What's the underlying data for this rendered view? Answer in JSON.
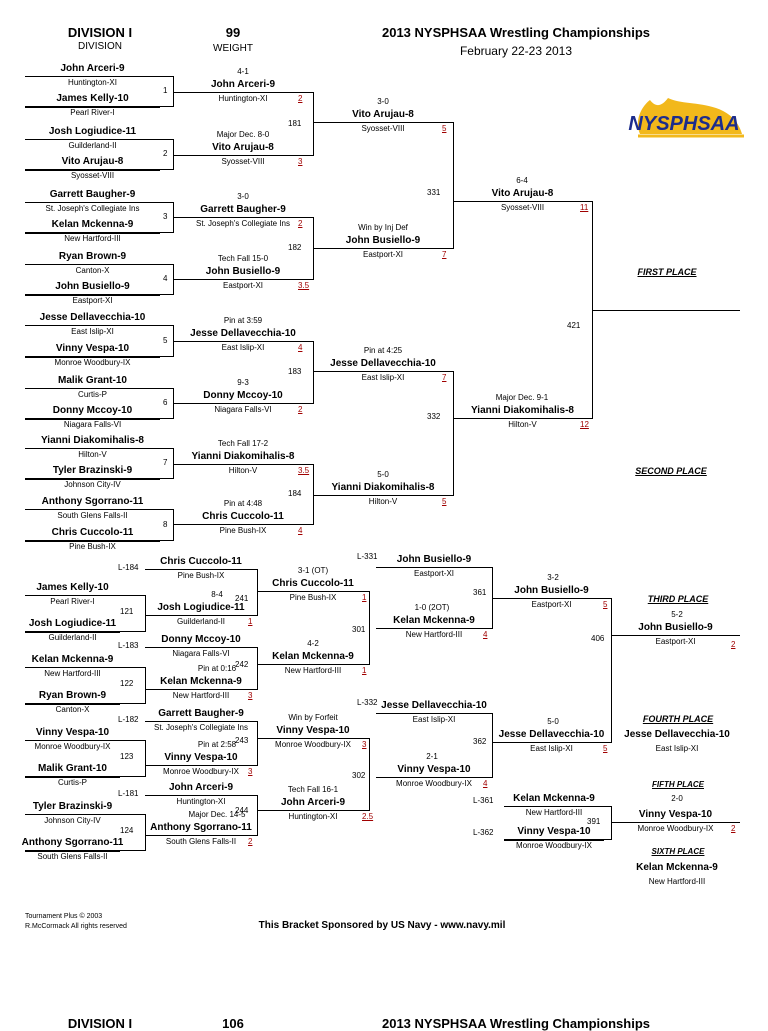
{
  "header": {
    "division": "DIVISION I",
    "division_label": "DIVISION",
    "weight": "99",
    "weight_label": "WEIGHT",
    "title": "2013 NYSPHSAA Wrestling Championships",
    "dates": "February 22-23 2013",
    "logo_text": "NYSPHSAA"
  },
  "footer": {
    "copyright": "Tournament Plus © 2003",
    "rights": "R.McCormack  All rights reserved",
    "sponsor": "This Bracket Sponsored by US Navy - www.navy.mil"
  },
  "next_page_header": {
    "division": "DIVISION I",
    "weight": "106",
    "title": "2013 NYSPHSAA Wrestling Championships"
  },
  "places": {
    "first": "FIRST PLACE",
    "second": "SECOND PLACE",
    "third": "THIRD PLACE",
    "fourth": "FOURTH PLACE",
    "fifth": "FIFTH PLACE",
    "sixth": "SIXTH PLACE"
  },
  "championship": {
    "r1": [
      {
        "top": "John Arceri-9",
        "top_team": "Huntington-XI",
        "bot": "James Kelly-10",
        "bot_team": "Pearl River-I",
        "bout": "1"
      },
      {
        "top": "Josh Logiudice-11",
        "top_team": "Guilderland-II",
        "bot": "Vito Arujau-8",
        "bot_team": "Syosset-VIII",
        "bout": "2"
      },
      {
        "top": "Garrett Baugher-9",
        "top_team": "St. Joseph's Collegiate Ins",
        "bot": "Kelan Mckenna-9",
        "bot_team": "New Hartford-III",
        "bout": "3"
      },
      {
        "top": "Ryan Brown-9",
        "top_team": "Canton-X",
        "bot": "John Busiello-9",
        "bot_team": "Eastport-XI",
        "bout": "4"
      },
      {
        "top": "Jesse Dellavecchia-10",
        "top_team": "East Islip-XI",
        "bot": "Vinny Vespa-10",
        "bot_team": "Monroe Woodbury-IX",
        "bout": "5"
      },
      {
        "top": "Malik Grant-10",
        "top_team": "Curtis-P",
        "bot": "Donny Mccoy-10",
        "bot_team": "Niagara Falls-VI",
        "bout": "6"
      },
      {
        "top": "Yianni Diakomihalis-8",
        "top_team": "Hilton-V",
        "bot": "Tyler Brazinski-9",
        "bot_team": "Johnson City-IV",
        "bout": "7"
      },
      {
        "top": "Anthony Sgorrano-11",
        "top_team": "South Glens Falls-II",
        "bot": "Chris Cuccolo-11",
        "bot_team": "Pine Bush-IX",
        "bout": "8"
      }
    ],
    "qf": [
      {
        "result": "4-1",
        "name": "John Arceri-9",
        "team": "Huntington-XI",
        "pts": "2",
        "bout": "181"
      },
      {
        "result": "Major Dec. 8-0",
        "name": "Vito Arujau-8",
        "team": "Syosset-VIII",
        "pts": "3"
      },
      {
        "result": "3-0",
        "name": "Garrett Baugher-9",
        "team": "St. Joseph's Collegiate Ins",
        "pts": "2",
        "bout": "182"
      },
      {
        "result": "Tech Fall 15-0",
        "name": "John Busiello-9",
        "team": "Eastport-XI",
        "pts": "3.5"
      },
      {
        "result": "Pin at 3:59",
        "name": "Jesse Dellavecchia-10",
        "team": "East Islip-XI",
        "pts": "4",
        "bout": "183"
      },
      {
        "result": "9-3",
        "name": "Donny Mccoy-10",
        "team": "Niagara Falls-VI",
        "pts": "2"
      },
      {
        "result": "Tech Fall 17-2",
        "name": "Yianni Diakomihalis-8",
        "team": "Hilton-V",
        "pts": "3.5",
        "bout": "184"
      },
      {
        "result": "Pin at 4:48",
        "name": "Chris Cuccolo-11",
        "team": "Pine Bush-IX",
        "pts": "4"
      }
    ],
    "sf": [
      {
        "result": "3-0",
        "name": "Vito Arujau-8",
        "team": "Syosset-VIII",
        "pts": "5",
        "bout": "331"
      },
      {
        "result": "Win by Inj Def",
        "name": "John Busiello-9",
        "team": "Eastport-XI",
        "pts": "7"
      },
      {
        "result": "Pin at 4:25",
        "name": "Jesse Dellavecchia-10",
        "team": "East Islip-XI",
        "pts": "7",
        "bout": "332"
      },
      {
        "result": "5-0",
        "name": "Yianni Diakomihalis-8",
        "team": "Hilton-V",
        "pts": "5"
      }
    ],
    "finals": [
      {
        "result": "6-4",
        "name": "Vito Arujau-8",
        "team": "Syosset-VIII",
        "pts": "11",
        "bout": "421"
      },
      {
        "result": "Major Dec. 9-1",
        "name": "Yianni Diakomihalis-8",
        "team": "Hilton-V",
        "pts": "12"
      }
    ]
  },
  "consolation": {
    "wb1": [
      {
        "loss": "L-184",
        "name": "Chris Cuccolo-11",
        "team": "Pine Bush-IX"
      },
      {
        "loss": "L-183",
        "name": "Donny Mccoy-10",
        "team": "Niagara Falls-VI"
      },
      {
        "loss": "L-182",
        "name": "Garrett Baugher-9",
        "team": "St. Joseph's Collegiate Ins"
      },
      {
        "loss": "L-181",
        "name": "John Arceri-9",
        "team": "Huntington-XI"
      }
    ],
    "r1": [
      {
        "top": "James Kelly-10",
        "top_team": "Pearl River-I",
        "bot": "Josh Logiudice-11",
        "bot_team": "Guilderland-II",
        "bout": "121"
      },
      {
        "top": "Kelan Mckenna-9",
        "top_team": "New Hartford-III",
        "bot": "Ryan Brown-9",
        "bot_team": "Canton-X",
        "bout": "122"
      },
      {
        "top": "Vinny Vespa-10",
        "top_team": "Monroe Woodbury-IX",
        "bot": "Malik Grant-10",
        "bot_team": "Curtis-P",
        "bout": "123"
      },
      {
        "top": "Tyler Brazinski-9",
        "top_team": "Johnson City-IV",
        "bot": "Anthony Sgorrano-11",
        "bot_team": "South Glens Falls-II",
        "bout": "124"
      }
    ],
    "r1w": [
      {
        "result": "8-4",
        "name": "Josh Logiudice-11",
        "team": "Guilderland-II",
        "pts": "1",
        "bout": "241"
      },
      {
        "result": "Pin at 0:16",
        "name": "Kelan Mckenna-9",
        "team": "New Hartford-III",
        "pts": "3",
        "bout": "242"
      },
      {
        "result": "Pin at 2:58",
        "name": "Vinny Vespa-10",
        "team": "Monroe Woodbury-IX",
        "pts": "3",
        "bout": "243"
      },
      {
        "result": "Major Dec. 14-5",
        "name": "Anthony Sgorrano-11",
        "team": "South Glens Falls-II",
        "pts": "2",
        "bout": "244"
      }
    ],
    "r2w": [
      {
        "result": "3-1 (OT)",
        "name": "Chris Cuccolo-11",
        "team": "Pine Bush-IX",
        "pts": "1"
      },
      {
        "result": "4-2",
        "name": "Kelan Mckenna-9",
        "team": "New Hartford-III",
        "pts": "1",
        "bout": "301"
      },
      {
        "result": "Win by Forfeit",
        "name": "Vinny Vespa-10",
        "team": "Monroe Woodbury-IX",
        "pts": "3"
      },
      {
        "result": "Tech Fall 16-1",
        "name": "John Arceri-9",
        "team": "Huntington-XI",
        "pts": "2.5",
        "bout": "302"
      }
    ],
    "wb2": [
      {
        "loss": "L-331",
        "name": "John Busiello-9",
        "team": "Eastport-XI"
      },
      {
        "loss": "L-332",
        "name": "Jesse Dellavecchia-10",
        "team": "East Islip-XI"
      }
    ],
    "r3w": [
      {
        "result": "1-0 (2OT)",
        "name": "Kelan Mckenna-9",
        "team": "New Hartford-III",
        "pts": "4",
        "bout": "361"
      },
      {
        "result": "2-1",
        "name": "Vinny Vespa-10",
        "team": "Monroe Woodbury-IX",
        "pts": "4",
        "bout": "362"
      }
    ],
    "semis": [
      {
        "result": "3-2",
        "name": "John Busiello-9",
        "team": "Eastport-XI",
        "pts": "5"
      },
      {
        "result": "5-0",
        "name": "Jesse Dellavecchia-10",
        "team": "East Islip-XI",
        "pts": "5"
      }
    ],
    "third": {
      "result": "5-2",
      "name": "John Busiello-9",
      "team": "Eastport-XI",
      "pts": "2",
      "bout": "406"
    },
    "fourth": {
      "name": "Jesse Dellavecchia-10",
      "team": "East Islip-XI"
    },
    "fifth_bout": {
      "top_loss": "L-361",
      "top": "Kelan Mckenna-9",
      "top_team": "New Hartford-III",
      "bot_loss": "L-362",
      "bot": "Vinny Vespa-10",
      "bot_team": "Monroe Woodbury-IX",
      "bout": "391"
    },
    "fifth": {
      "result": "2-0",
      "name": "Vinny Vespa-10",
      "team": "Monroe Woodbury-IX",
      "pts": "2"
    },
    "sixth": {
      "name": "Kelan Mckenna-9",
      "team": "New Hartford-III"
    }
  }
}
